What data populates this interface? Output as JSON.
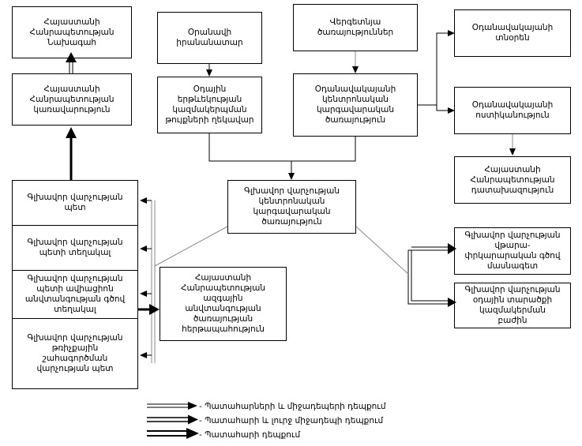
{
  "diagram": {
    "title": "Armenian Emergency Management Organizational Chart",
    "boxes": [
      {
        "id": "president",
        "label": "Հայաստանի\nՀանրապետության\nՆախագահ"
      },
      {
        "id": "mine-inspector",
        "label": "Օրանավի\nիրանանատար"
      },
      {
        "id": "tax-services",
        "label": "Վերգետնյա\nծառայություններ"
      },
      {
        "id": "air-traffic-home",
        "label": "Օդանավակայանի\nտնօրեն"
      },
      {
        "id": "government",
        "label": "Հայաստանի\nՀանրապետության\nկառավարություն"
      },
      {
        "id": "flight-safety-dir",
        "label": "Օդային\nերթևեկության\nկազմակերպման\nթույքների ղեկավար"
      },
      {
        "id": "central-air-svc",
        "label": "Օդանավակայանի\nկենտրոնական\nկարգավարական\nծառայություն"
      },
      {
        "id": "airport-police",
        "label": "Օդանավակայանի\nոստիկանություն"
      },
      {
        "id": "prosecutor",
        "label": "Հայաստանի\nՀանրապետության\nդատախազություն"
      },
      {
        "id": "chief-central",
        "label": "Գլխավոր վարչության\nկենտրոնական\nկարգավարական\nծառայություն"
      },
      {
        "id": "natsec-report",
        "label": "Հայաստանի\nՀանրապետության\nազգային\nանվտանգության\nծառայության\nհերթապահություն"
      },
      {
        "id": "flight-analysis",
        "label": "Գլխավոր վարչության\nվթարա-\nփրկարարական գծով\nմասնագետ"
      },
      {
        "id": "air-space-dept",
        "label": "Գլխավոր վարչության\nօդային տարածքի\nկազմակերման\nբաժին"
      }
    ],
    "stack": [
      {
        "id": "chief-head",
        "label": "Գլխավոր վարչության\nպետ"
      },
      {
        "id": "chief-deputy",
        "label": "Գլխավոր վարչության\nպետի տեղակալ"
      },
      {
        "id": "chief-safety-deputy",
        "label": "Գլխավոր վարչության\nպետի ավիացիոն\nանվտանգության գծով\nտեղակալ"
      },
      {
        "id": "flight-ops-head",
        "label": "Գլխավոր վարչության\nթռիչքային\nշահագործման\nվարչության պետ"
      }
    ],
    "legend": [
      {
        "style": "thin",
        "label": "- Պատահարների և միջադեպերի դեպքում"
      },
      {
        "style": "medium",
        "label": "- Պատահարի և լուրջ միջադեպի դեպքում"
      },
      {
        "style": "thick",
        "label": "- Պատահարի դեպքում"
      }
    ],
    "colors": {
      "border": "#000000",
      "background": "#ffffff",
      "text": "#000000",
      "faint_line": "#808080"
    }
  }
}
